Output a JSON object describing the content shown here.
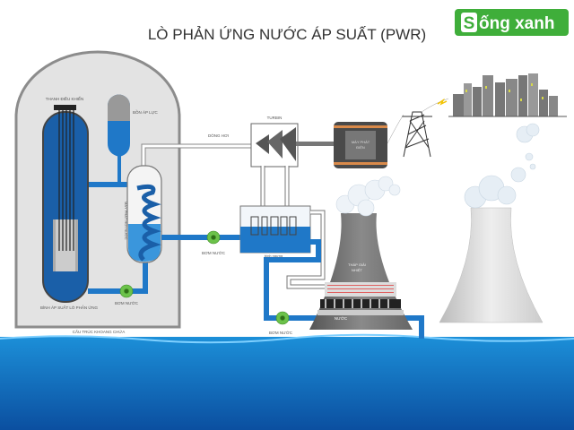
{
  "title": "LÒ PHẢN ỨNG NƯỚC ÁP SUẤT (PWR)",
  "logo": {
    "text_s": "S",
    "text_rest": "ống xanh",
    "color": "#3fae3a"
  },
  "labels": {
    "control_rods": "THANH ĐIỀU KHIỂN",
    "pressurizer": "BỒN ÁP LỰC",
    "steam_flow": "DÒNG HƠI",
    "turbine": "TURBIN",
    "generator_1": "MÁY PHÁT",
    "generator_2": "ĐIỆN",
    "steam_generator": "MÁY PHÁT HƠI NƯỚC",
    "pump_1": "BƠM NƯỚC",
    "pump_2": "BƠM NƯỚC",
    "pump_3": "BƠM NƯỚC",
    "reactor_vessel": "BÌNH ÁP SUẤT LÒ PHẢN ỨNG",
    "containment": "CẤU TRÚC KHOANG CHỨA",
    "condenser": "bình ngưng",
    "cooling_tower_1": "THÁP GIẢI",
    "cooling_tower_2": "NHIỆT",
    "water": "NƯỚC"
  },
  "colors": {
    "water_blue": "#1f78c8",
    "dark_blue": "#1a4f9a",
    "containment_gray": "#e3e3e3",
    "pump_green": "#6cc24a"
  }
}
